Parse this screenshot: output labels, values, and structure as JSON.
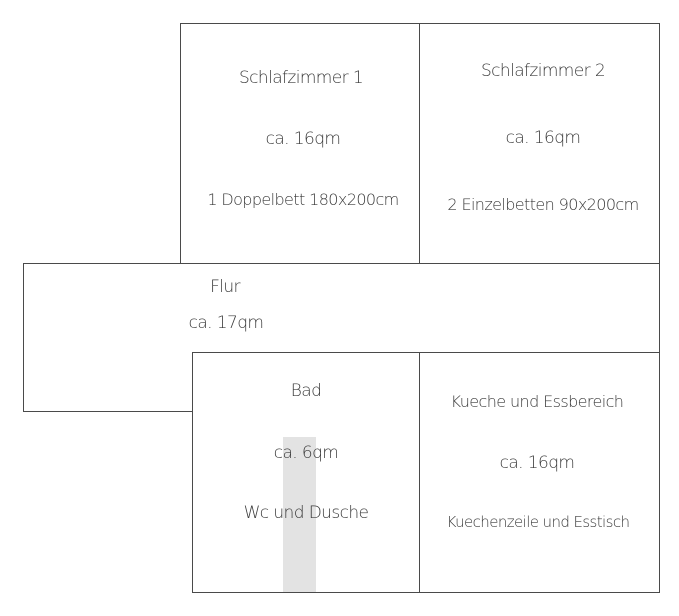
{
  "rooms": {
    "schlafzimmer1": {
      "name": "Schlafzimmer 1",
      "area": "ca. 16qm",
      "details": "1 Doppelbett 180x200cm"
    },
    "schlafzimmer2": {
      "name": "Schlafzimmer 2",
      "area": "ca. 16qm",
      "details": "2 Einzelbetten 90x200cm"
    },
    "flur": {
      "name": "Flur",
      "area": "ca. 17qm"
    },
    "bad": {
      "name": "Bad",
      "area": "ca. 6qm",
      "details": "Wc und Dusche"
    },
    "kueche": {
      "name": "Kueche und Essbereich",
      "area": "ca. 16qm",
      "details": "Kuechenzeile und Esstisch"
    }
  },
  "colors": {
    "wall": "#4a4a4a",
    "text": "#3b3b3b",
    "shower_strip": "#e3e3e3",
    "background": "#ffffff"
  }
}
